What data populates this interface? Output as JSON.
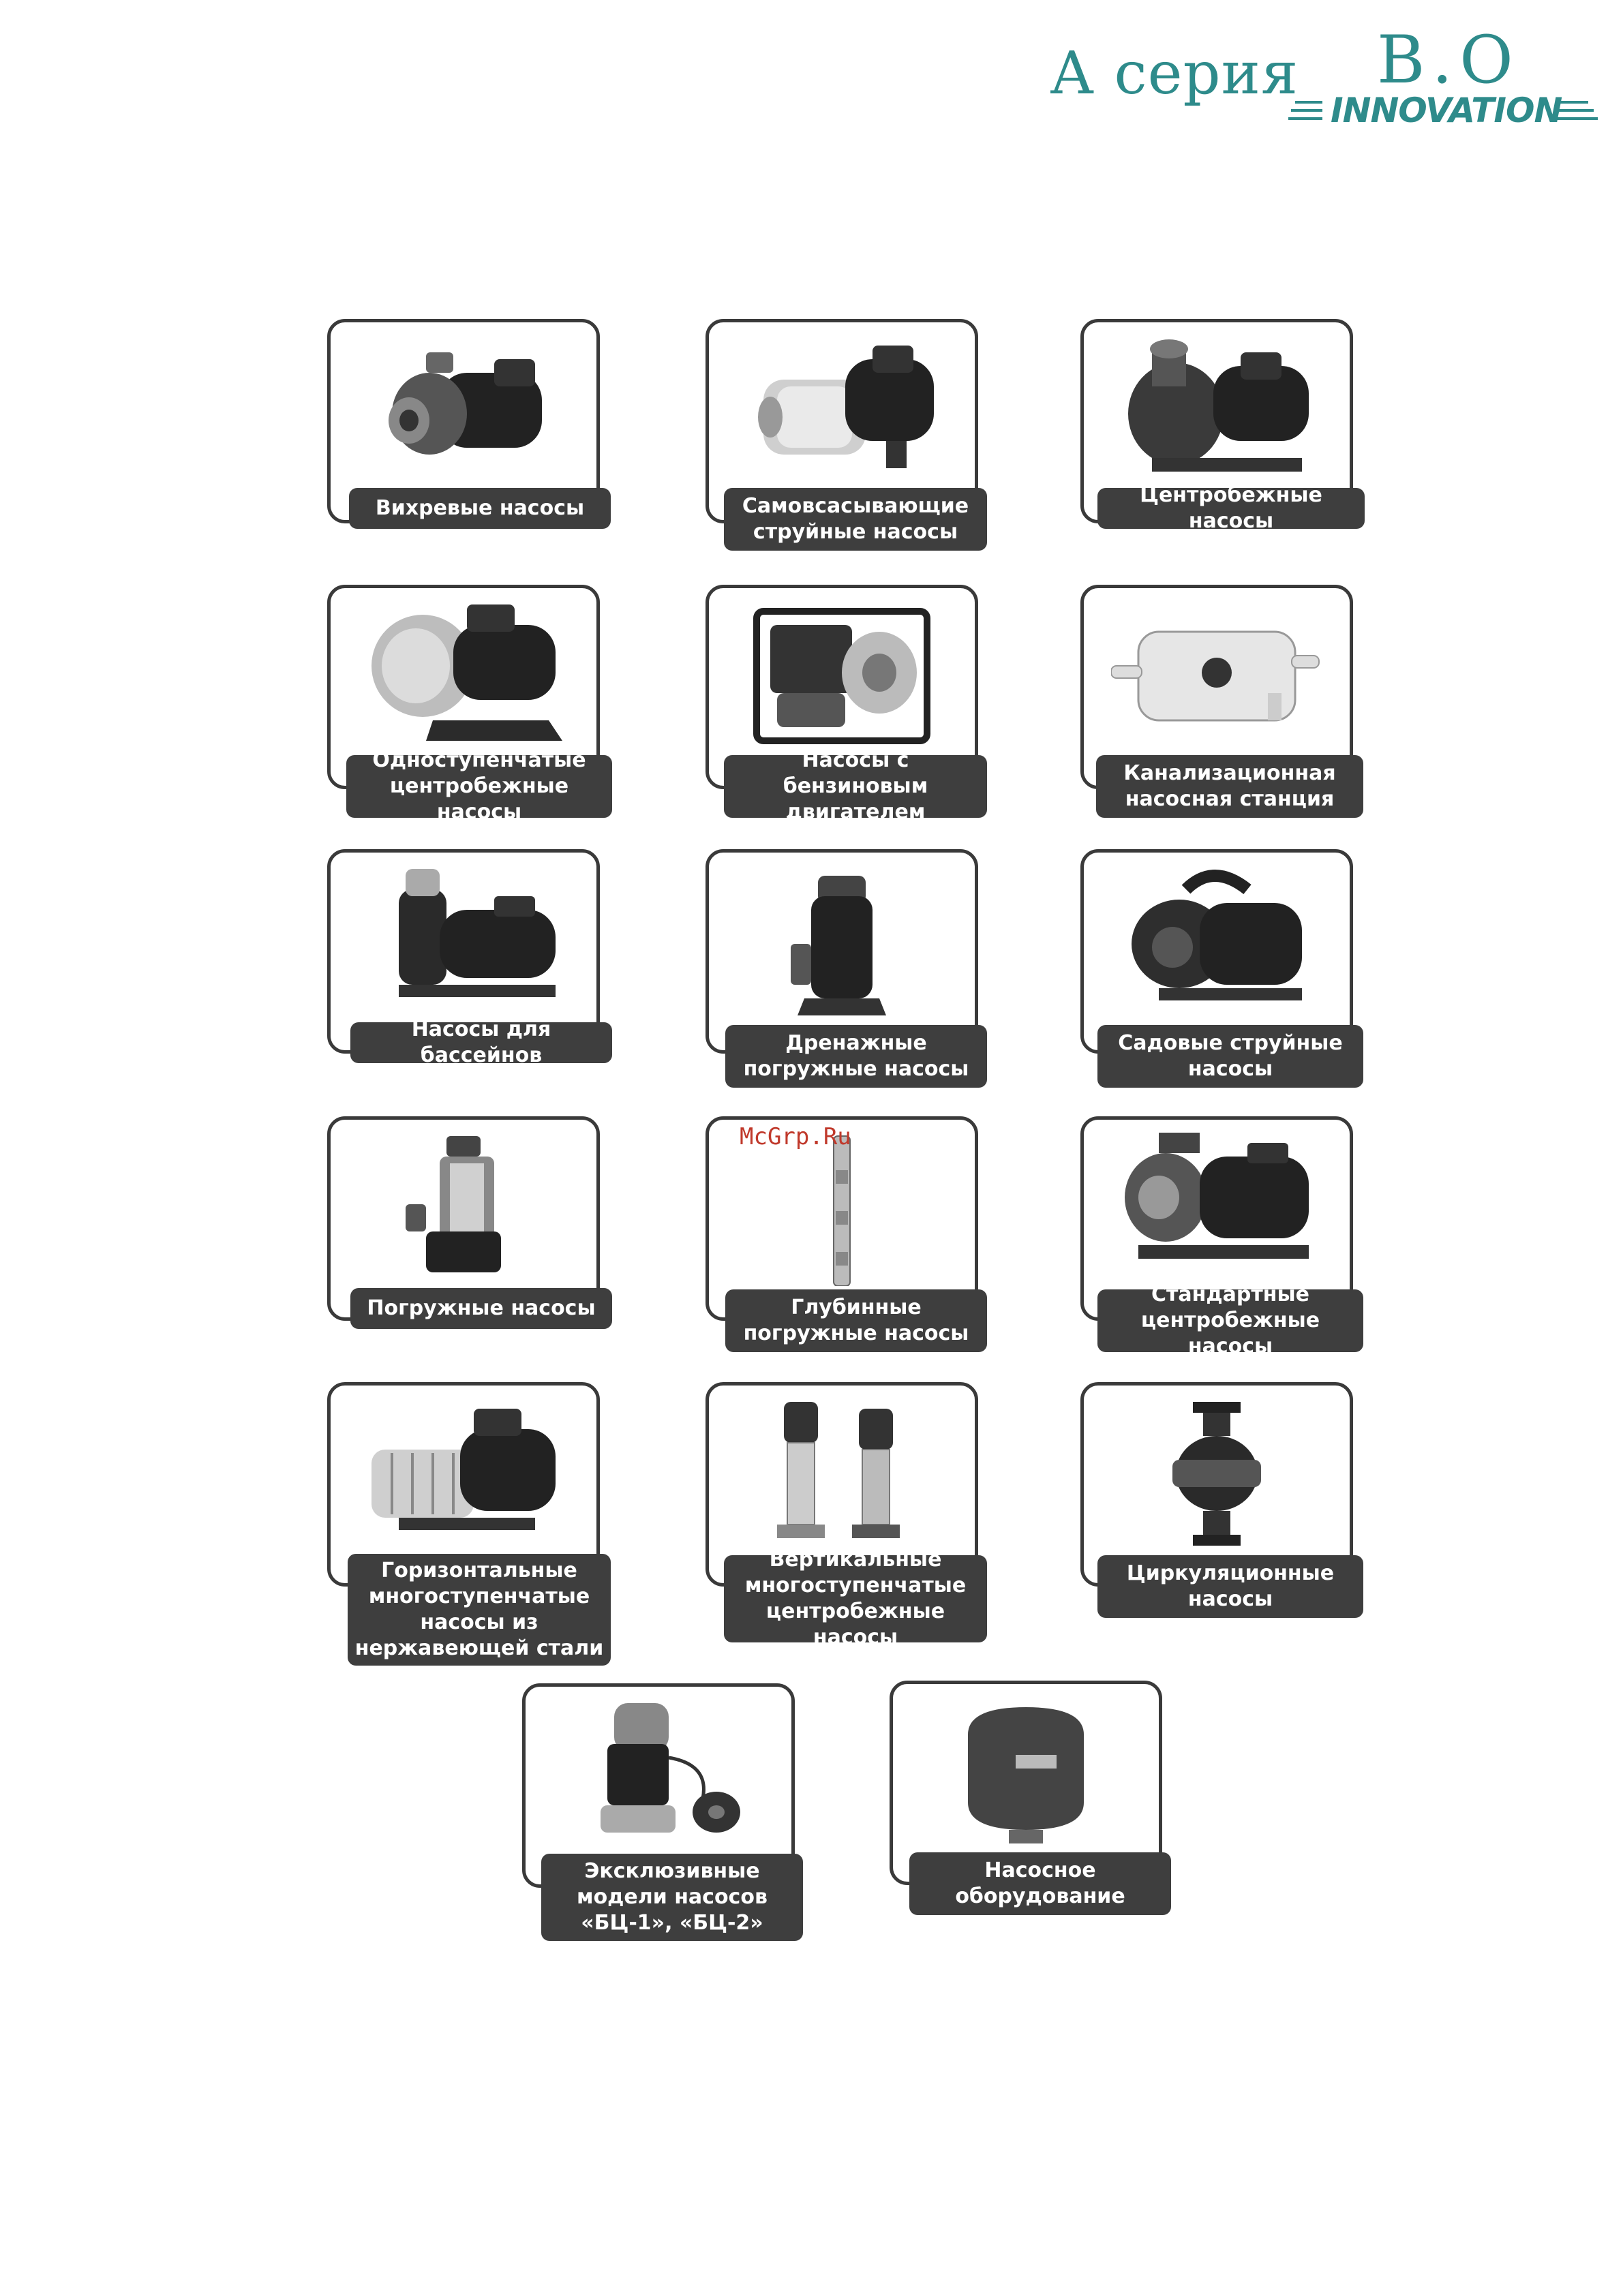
{
  "header": {
    "series": "А серия",
    "logo_top": "B.O",
    "logo_bottom": "INNOVATION"
  },
  "watermark": "McGrp.Ru",
  "items": [
    {
      "label": "Вихревые насосы",
      "icon": "vortex-pump"
    },
    {
      "label": "Самовсасывающие\nструйные насосы",
      "icon": "self-priming-jet-pump"
    },
    {
      "label": "Центробежные насосы",
      "icon": "centrifugal-pump"
    },
    {
      "label": "Одноступенчатые\nцентробежные насосы",
      "icon": "single-stage-centrifugal-pump"
    },
    {
      "label": "Насосы с бензиновым\nдвигателем",
      "icon": "petrol-engine-pump"
    },
    {
      "label": "Канализационная\nнасосная станция",
      "icon": "sewage-pump-station"
    },
    {
      "label": "Насосы для бассейнов",
      "icon": "pool-pump"
    },
    {
      "label": "Дренажные\nпогружные насосы",
      "icon": "drainage-submersible-pump"
    },
    {
      "label": "Садовые струйные\nнасосы",
      "icon": "garden-jet-pump"
    },
    {
      "label": "Погружные насосы",
      "icon": "submersible-pump"
    },
    {
      "label": "Глубинные\nпогружные насосы",
      "icon": "deep-well-pump"
    },
    {
      "label": "Стандартные\nцентробежные насосы",
      "icon": "standard-centrifugal-pump"
    },
    {
      "label": "Горизонтальные\nмногоступенчатые\nнасосы из\nнержавеющей стали",
      "icon": "horizontal-multistage-pump"
    },
    {
      "label": "Вертикальные\nмногоступенчатые\nцентробежные насосы",
      "icon": "vertical-multistage-pump"
    },
    {
      "label": "Циркуляционные\nнасосы",
      "icon": "circulation-pump"
    },
    {
      "label": "Эксклюзивные\nмодели насосов\n«БЦ-1», «БЦ-2»",
      "icon": "exclusive-bc-pump"
    },
    {
      "label": "Насосное\nоборудование",
      "icon": "expansion-tank"
    }
  ]
}
